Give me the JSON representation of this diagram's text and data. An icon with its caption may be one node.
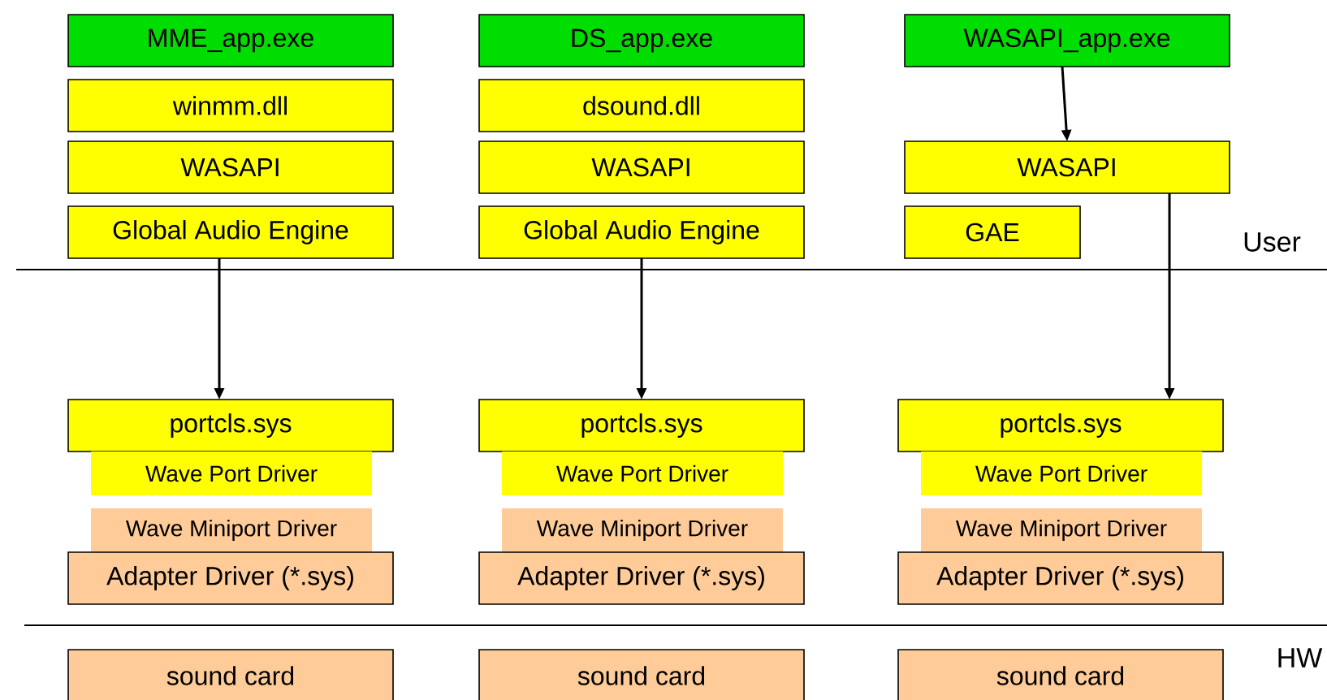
{
  "diagram": {
    "nodes": [
      {
        "text": [
          "MME_app.exe"
        ]
      },
      {
        "text": [
          "DS_app.exe"
        ]
      },
      {
        "text": [
          "WASAPI_app.exe"
        ]
      },
      {
        "text": [
          "winmm.dll"
        ]
      },
      {
        "text": [
          "dsound.dll"
        ]
      },
      {
        "text": [
          "WASAPI"
        ]
      },
      {
        "text": [
          "WASAPI"
        ]
      },
      {
        "text": [
          "WASAPI"
        ]
      },
      {
        "text": [
          "Global Audio Engine"
        ]
      },
      {
        "text": [
          "Global Audio Engine"
        ]
      },
      {
        "text": [
          "GAE"
        ]
      },
      {
        "text": [
          "portcls.sys"
        ]
      },
      {
        "text": [
          "portcls.sys"
        ]
      },
      {
        "text": [
          "portcls.sys"
        ]
      },
      {
        "text": [
          "Wave Port Driver"
        ]
      },
      {
        "text": [
          "Wave Port Driver"
        ]
      },
      {
        "text": [
          "Wave Port Driver"
        ]
      },
      {
        "text": [
          "Wave Miniport Driver"
        ]
      },
      {
        "text": [
          "Wave Miniport Driver"
        ]
      },
      {
        "text": [
          "Wave Miniport Driver"
        ]
      },
      {
        "text": [
          "Adapter Driver (*.sys)"
        ]
      },
      {
        "text": [
          "Adapter Driver (*.sys)"
        ]
      },
      {
        "text": [
          "Adapter Driver (*.sys)"
        ]
      },
      {
        "text": [
          "sound card"
        ]
      },
      {
        "text": [
          "sound card"
        ]
      },
      {
        "text": [
          "sound card"
        ]
      }
    ],
    "edges": [
      {
        "from": 8,
        "to": 11,
        "arrow": "to"
      },
      {
        "from": 9,
        "to": 12,
        "arrow": "to"
      },
      {
        "from": 2,
        "to": 7,
        "arrow": "to"
      },
      {
        "from": 7,
        "to": 13,
        "arrow": "to"
      }
    ],
    "labels": [
      "User",
      "HW"
    ]
  }
}
